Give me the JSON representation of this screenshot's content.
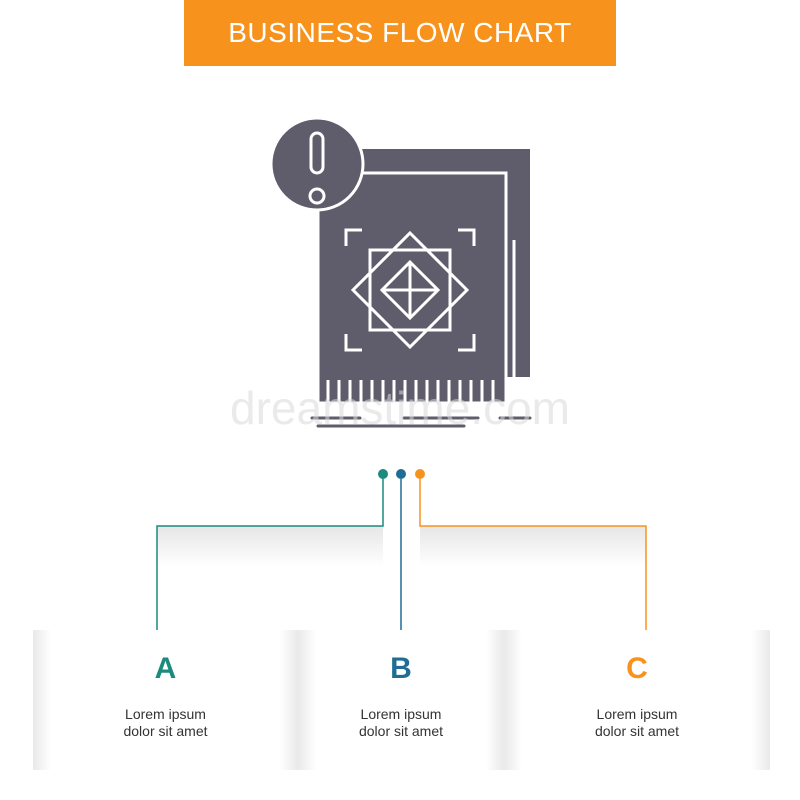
{
  "title": "BUSINESS FLOW CHART",
  "watermark": "dreamstime.com",
  "colors": {
    "banner": "#f7931d",
    "icon": "#5f5d6b",
    "step_a": "#1b8a7f",
    "step_b": "#1f6d95",
    "step_c": "#f7931d"
  },
  "icon": {
    "name": "data-structure-warning-icon"
  },
  "steps": [
    {
      "letter": "A",
      "line1": "Lorem ipsum",
      "line2": "dolor sit amet",
      "color": "#1b8a7f"
    },
    {
      "letter": "B",
      "line1": "Lorem ipsum",
      "line2": "dolor sit amet",
      "color": "#1f6d95"
    },
    {
      "letter": "C",
      "line1": "Lorem ipsum",
      "line2": "dolor sit amet",
      "color": "#f7931d"
    }
  ]
}
